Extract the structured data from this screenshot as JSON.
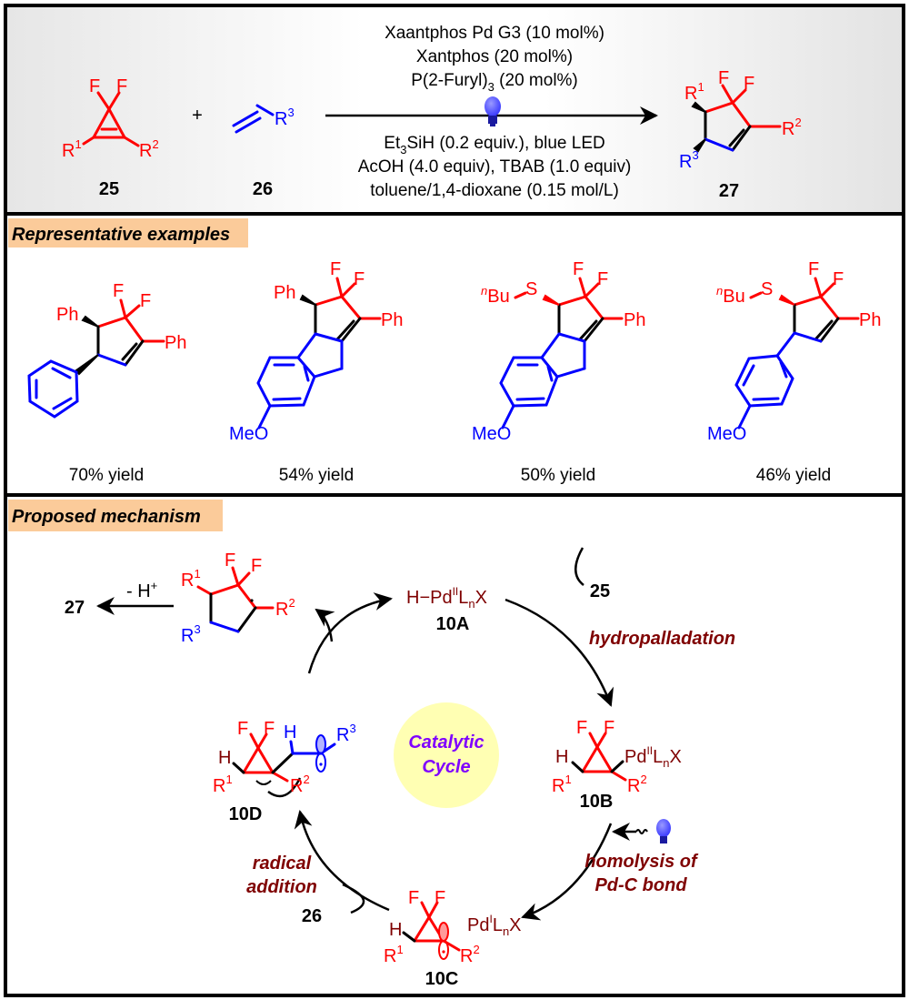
{
  "reaction": {
    "reactant1": {
      "label": "25",
      "atoms": {
        "F1": "F",
        "F2": "F",
        "R1": "R",
        "R1_sup": "1",
        "R2": "R",
        "R2_sup": "2"
      }
    },
    "plus": "+",
    "reactant2": {
      "label": "26",
      "R3": "R",
      "R3_sup": "3"
    },
    "conditions_above": [
      "Xaantphos Pd G3 (10 mol%)",
      "Xantphos (20 mol%)"
    ],
    "furyl": {
      "prefix": "P(2-Furyl)",
      "sub": "3",
      "suffix": " (20 mol%)"
    },
    "et3sih": {
      "prefix": "Et",
      "sub": "3",
      "suffix": "SiH (0.2 equiv.), blue LED"
    },
    "conditions_below": [
      "AcOH (4.0 equiv), TBAB (1.0 equiv)",
      "toluene/1,4-dioxane (0.15 mol/L)"
    ],
    "product": {
      "label": "27"
    }
  },
  "examples": {
    "header": "Representative examples",
    "items": [
      {
        "yield": "70% yield",
        "sub_left": "Ph",
        "sub_right": "Ph"
      },
      {
        "yield": "54% yield",
        "sub_left": "Ph",
        "sub_right": "Ph",
        "ome": "MeO"
      },
      {
        "yield": "50% yield",
        "sub_left_pre": "n",
        "sub_left": "Bu",
        "S": "S",
        "sub_right": "Ph",
        "ome": "MeO"
      },
      {
        "yield": "46% yield",
        "sub_left_pre": "n",
        "sub_left": "Bu",
        "S": "S",
        "sub_right": "Ph",
        "ome": "MeO"
      }
    ]
  },
  "mechanism": {
    "header": "Proposed mechanism",
    "center": [
      "Catalytic",
      "Cycle"
    ],
    "product_label": "27",
    "deprotonation": "- H",
    "deprotonation_sup": "+",
    "intermediates": {
      "10A": {
        "label": "10A",
        "formula_pre": "H−Pd",
        "ox": "II",
        "L": "L",
        "n": "n",
        "X": "X"
      },
      "10B": {
        "label": "10B",
        "formula_pre": "Pd",
        "ox": "II",
        "L": "L",
        "n": "n",
        "X": "X"
      },
      "10C": {
        "label": "10C",
        "formula_pre": "Pd",
        "ox": "I",
        "L": "L",
        "n": "n",
        "X": "X"
      },
      "10D": {
        "label": "10D"
      }
    },
    "steps": {
      "hydropalladation": "hydropalladation",
      "homolysis": [
        "homolysis of",
        "Pd-C bond"
      ],
      "radical_addition": [
        "radical",
        "addition"
      ]
    },
    "reagents": {
      "r25": "25",
      "r26": "26"
    },
    "colors": {
      "accent_red": "#ff0000",
      "accent_blue": "#0000ff",
      "dark_red": "#7f0000",
      "center_fill": "#ffffb3",
      "center_text": "#7f00ff",
      "header_fill": "#fbcb9a"
    }
  }
}
